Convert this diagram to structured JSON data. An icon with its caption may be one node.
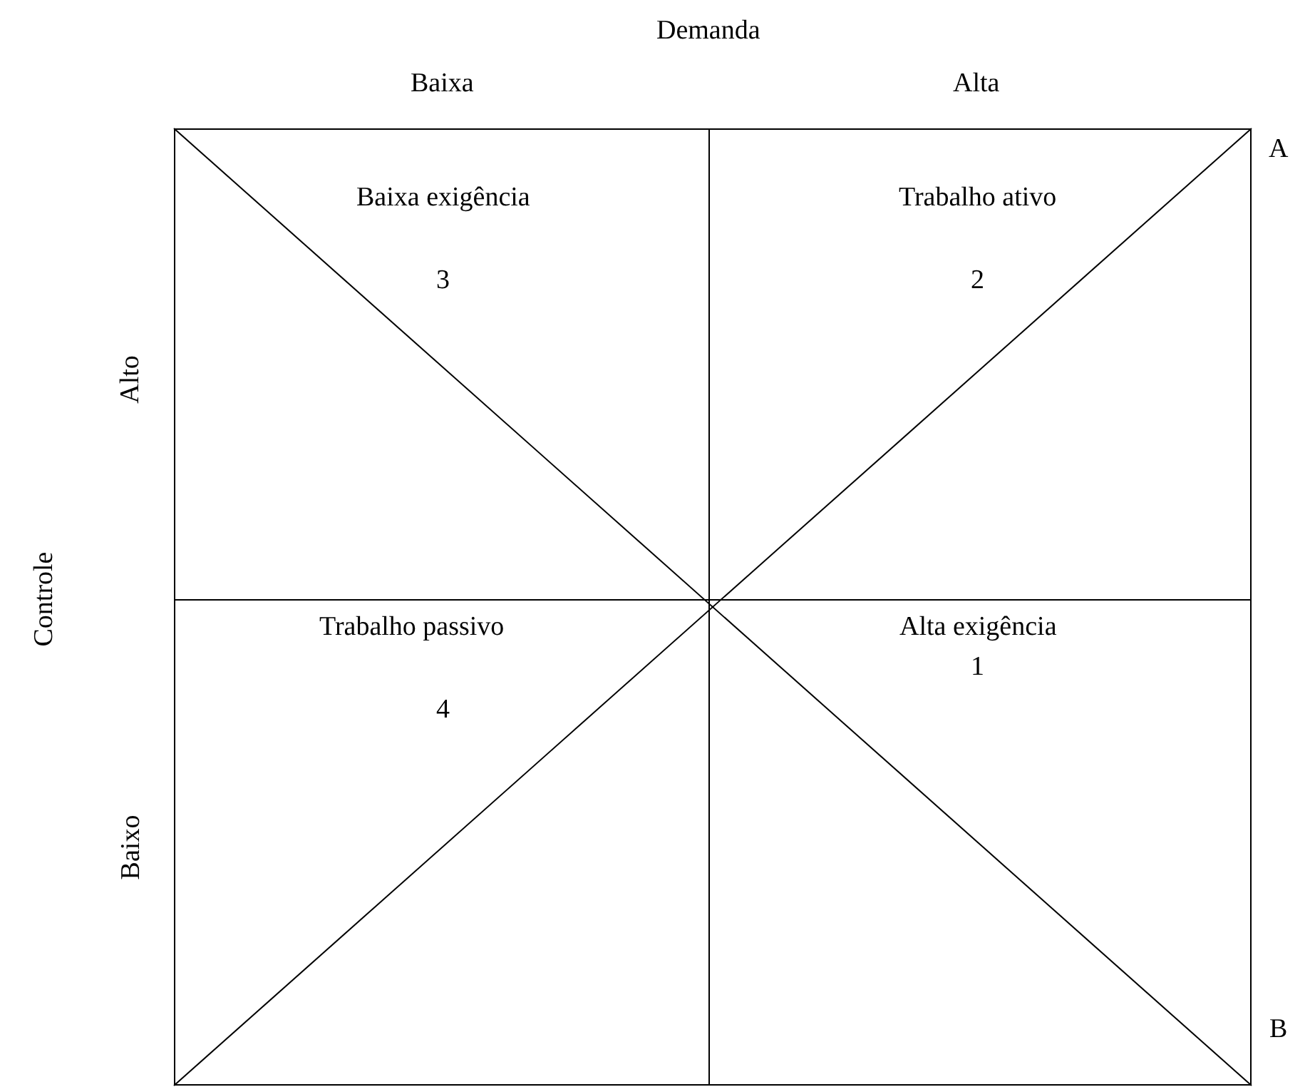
{
  "diagram": {
    "nodes": [
      {
        "text": [
          "Baixa exigência",
          "3"
        ]
      },
      {
        "text": [
          "Trabalho ativo",
          "2"
        ]
      },
      {
        "text": [
          "Trabalho passivo",
          "4"
        ]
      },
      {
        "text": [
          "Alta exigência",
          "1"
        ]
      }
    ],
    "labels": [
      "Demanda",
      "Baixa",
      "Alta",
      "A",
      "Alto",
      "Controle",
      "Baixo",
      "B"
    ]
  }
}
